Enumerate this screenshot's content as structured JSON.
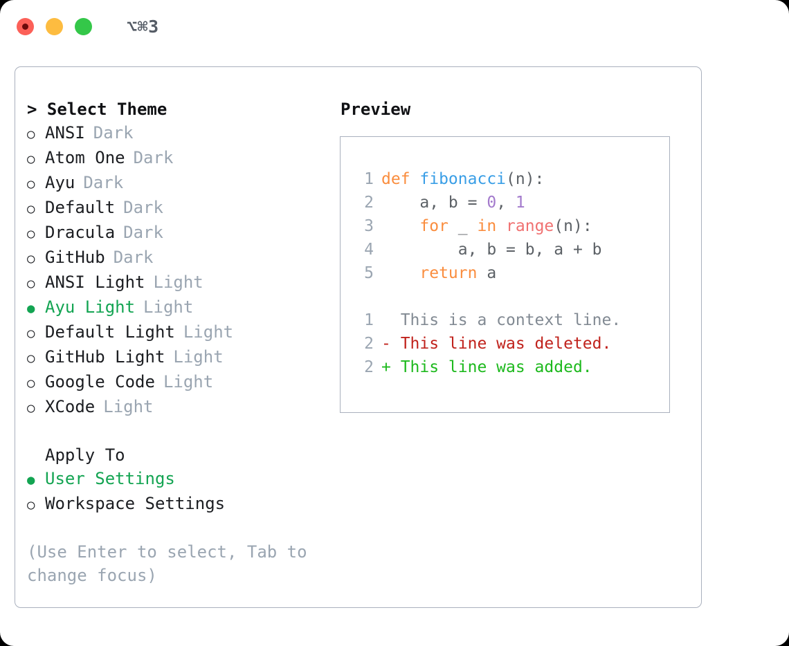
{
  "window": {
    "shortcut": "⌥⌘3",
    "traffic_lights": [
      "close",
      "minimize",
      "maximize"
    ],
    "colors": {
      "close": "#fc6058",
      "minimize": "#fdbc40",
      "maximize": "#34c749",
      "accent_selected": "#13a452",
      "border": "#a9b0bd",
      "muted": "#9aa5b1"
    }
  },
  "theme_list": {
    "header": "> Select Theme",
    "items": [
      {
        "marker": "○",
        "label": "ANSI",
        "tag": "Dark",
        "selected": false
      },
      {
        "marker": "○",
        "label": "Atom One",
        "tag": "Dark",
        "selected": false
      },
      {
        "marker": "○",
        "label": "Ayu",
        "tag": "Dark",
        "selected": false
      },
      {
        "marker": "○",
        "label": "Default",
        "tag": "Dark",
        "selected": false
      },
      {
        "marker": "○",
        "label": "Dracula",
        "tag": "Dark",
        "selected": false
      },
      {
        "marker": "○",
        "label": "GitHub",
        "tag": "Dark",
        "selected": false
      },
      {
        "marker": "○",
        "label": "ANSI Light",
        "tag": "Light",
        "selected": false
      },
      {
        "marker": "●",
        "label": "Ayu Light",
        "tag": "Light",
        "selected": true
      },
      {
        "marker": "○",
        "label": "Default Light",
        "tag": "Light",
        "selected": false
      },
      {
        "marker": "○",
        "label": "GitHub Light",
        "tag": "Light",
        "selected": false
      },
      {
        "marker": "○",
        "label": "Google Code",
        "tag": "Light",
        "selected": false
      },
      {
        "marker": "○",
        "label": "XCode",
        "tag": "Light",
        "selected": false
      }
    ]
  },
  "apply_to": {
    "header": "Apply To",
    "items": [
      {
        "marker": "●",
        "label": "User Settings",
        "selected": true
      },
      {
        "marker": "○",
        "label": "Workspace Settings",
        "selected": false
      }
    ]
  },
  "hint": "(Use Enter to select, Tab to change focus)",
  "preview": {
    "title": "Preview",
    "code_lines": [
      {
        "num": "1",
        "tokens": [
          {
            "text": "def ",
            "style": "tok-kw"
          },
          {
            "text": "fibonacci",
            "style": "tok-fn"
          },
          {
            "text": "(n):",
            "style": "tok-txt"
          }
        ]
      },
      {
        "num": "2",
        "tokens": [
          {
            "text": "    a, b = ",
            "style": "tok-txt"
          },
          {
            "text": "0",
            "style": "tok-num"
          },
          {
            "text": ", ",
            "style": "tok-txt"
          },
          {
            "text": "1",
            "style": "tok-num"
          }
        ]
      },
      {
        "num": "3",
        "tokens": [
          {
            "text": "    ",
            "style": "tok-txt"
          },
          {
            "text": "for",
            "style": "tok-kw"
          },
          {
            "text": " _ ",
            "style": "tok-txt"
          },
          {
            "text": "in",
            "style": "tok-kw"
          },
          {
            "text": " ",
            "style": "tok-txt"
          },
          {
            "text": "range",
            "style": "tok-call"
          },
          {
            "text": "(n):",
            "style": "tok-txt"
          }
        ]
      },
      {
        "num": "4",
        "tokens": [
          {
            "text": "        a, b = b, a + b",
            "style": "tok-txt"
          }
        ]
      },
      {
        "num": "5",
        "tokens": [
          {
            "text": "    ",
            "style": "tok-txt"
          },
          {
            "text": "return",
            "style": "tok-kw"
          },
          {
            "text": " a",
            "style": "tok-txt"
          }
        ]
      }
    ],
    "diff_lines": [
      {
        "num": "1",
        "tokens": [
          {
            "text": "  This is a context line.",
            "style": "tok-ctx"
          }
        ]
      },
      {
        "num": "2",
        "tokens": [
          {
            "text": "- This line was deleted.",
            "style": "tok-del"
          }
        ]
      },
      {
        "num": "2",
        "tokens": [
          {
            "text": "+ This line was added.",
            "style": "tok-add"
          }
        ]
      }
    ]
  }
}
